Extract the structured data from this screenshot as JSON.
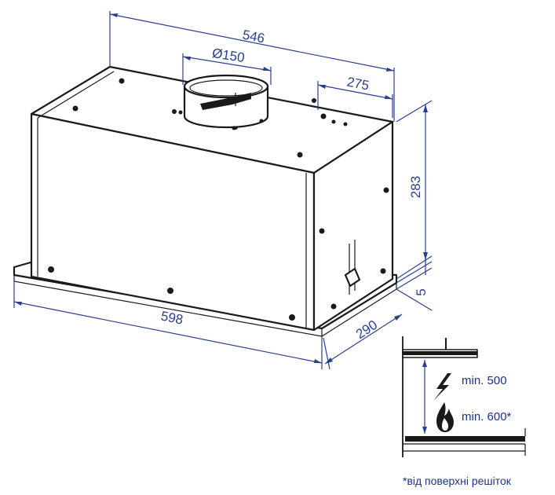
{
  "dimensions": {
    "width_top": "546",
    "duct_diameter": "Ø150",
    "duct_offset": "275",
    "height": "283",
    "panel_thickness": "5",
    "width_front": "598",
    "depth": "290"
  },
  "clearances": {
    "electric_label": "min. 500",
    "gas_label": "min. 600*",
    "electric_icon": "lightning-icon",
    "gas_icon": "flame-icon"
  },
  "footnote": "*від поверхні решіток",
  "colors": {
    "dimension": "#2a3f8f",
    "outline": "#1a1a1a"
  }
}
